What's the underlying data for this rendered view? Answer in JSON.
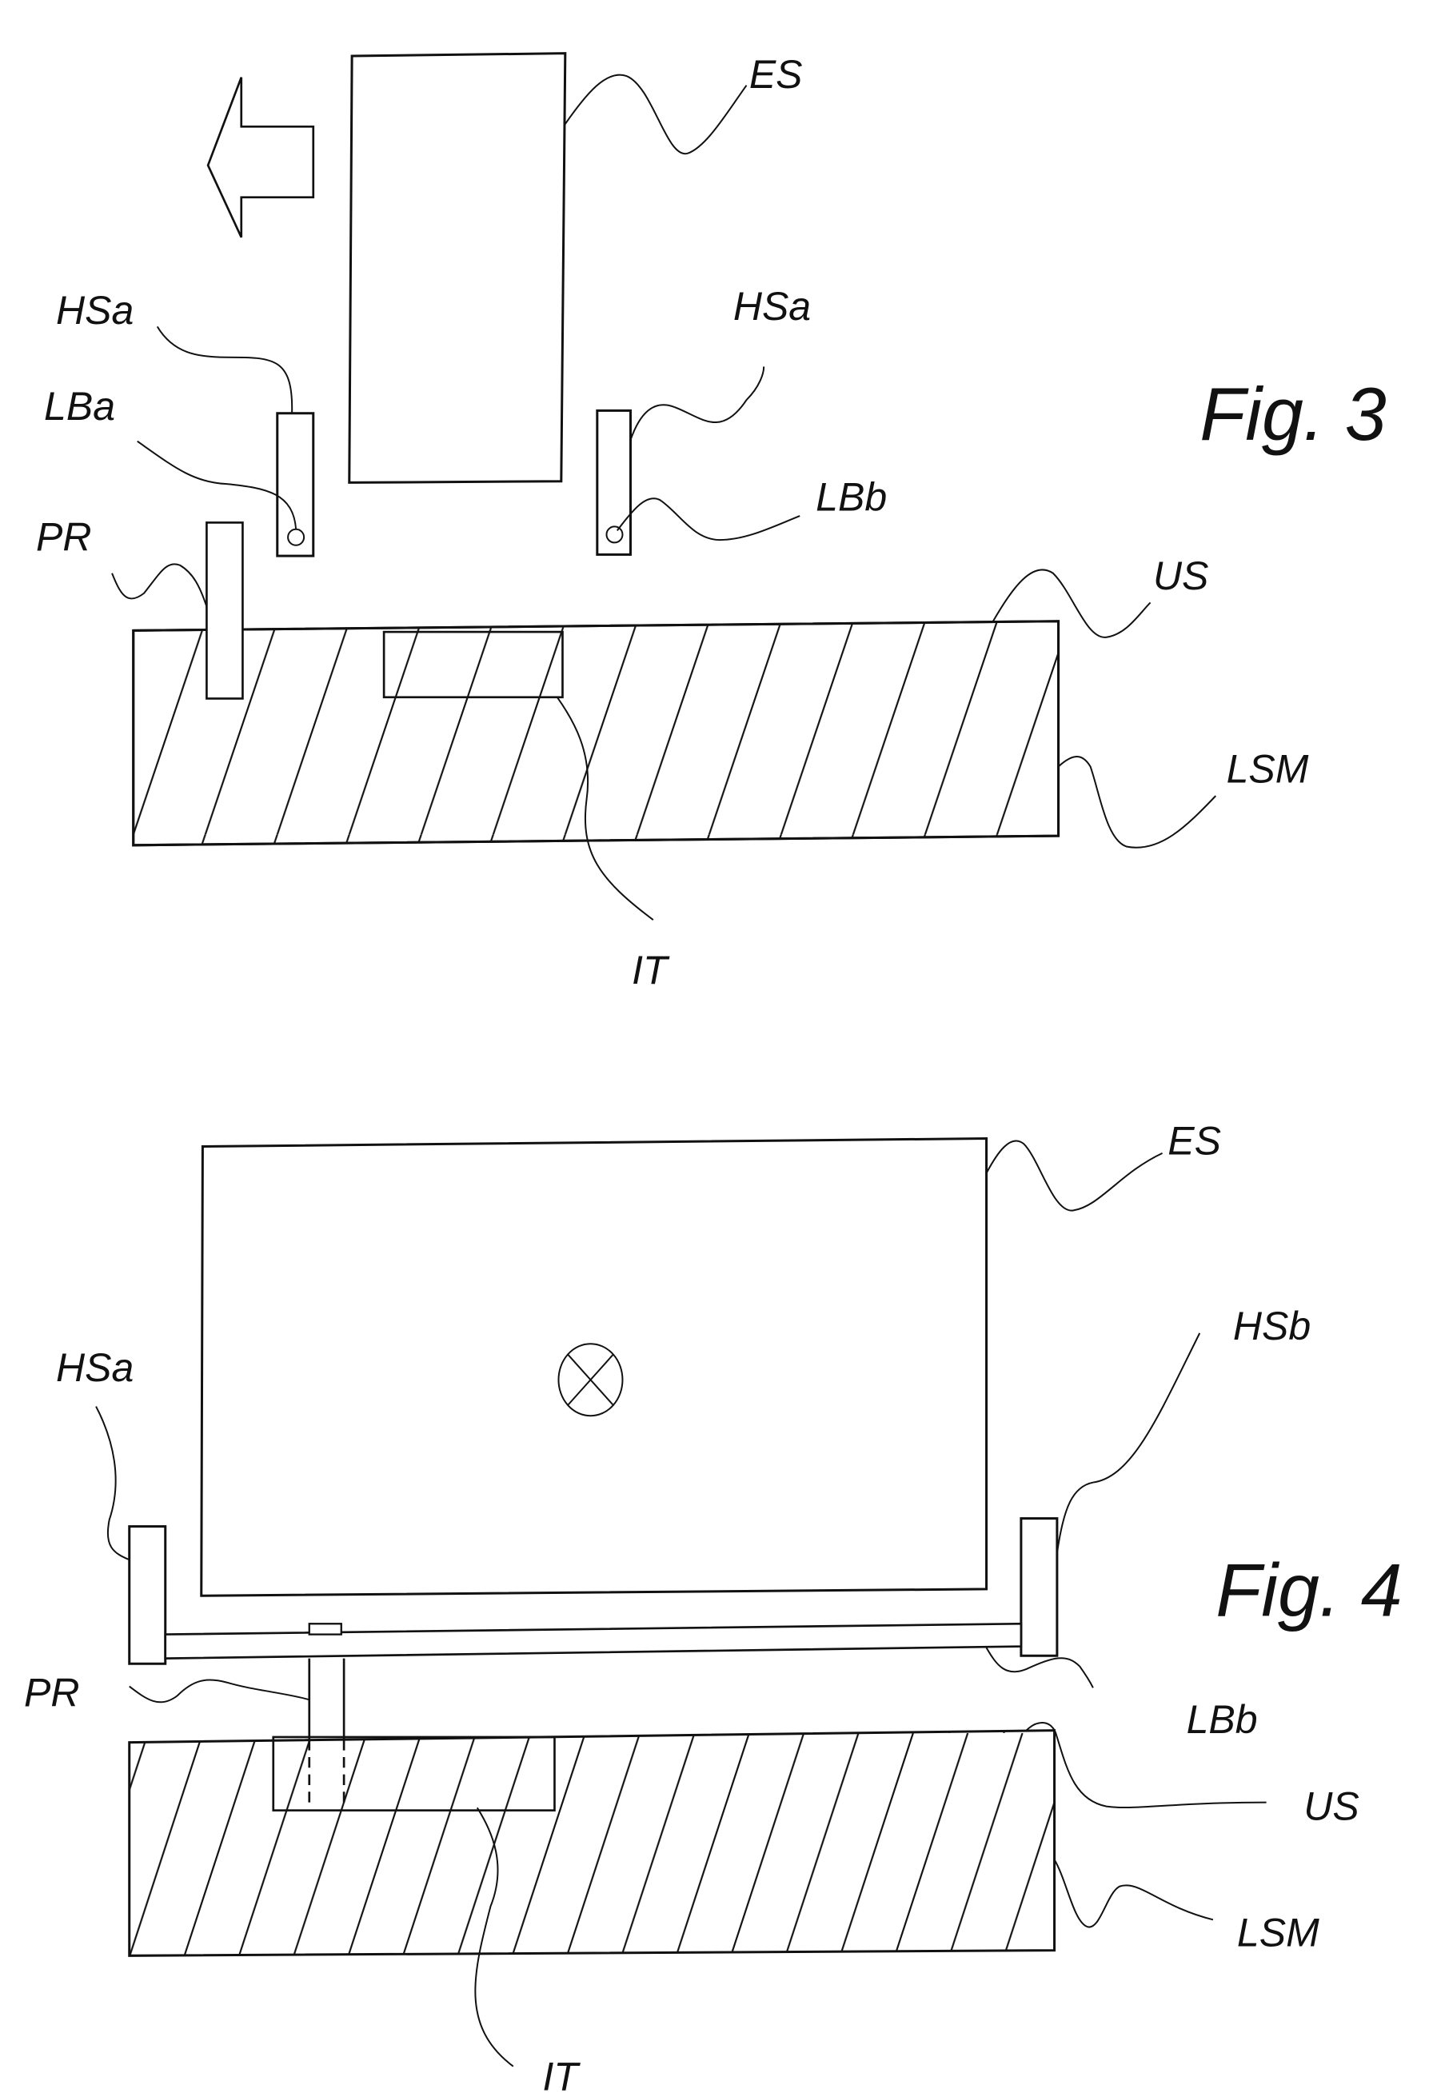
{
  "figures": [
    {
      "title": "Fig. 3",
      "labels": {
        "es": "ES",
        "hsa_left": "HSa",
        "hsa_right": "HSa",
        "lba": "LBa",
        "lbb": "LBb",
        "pr": "PR",
        "us": "US",
        "lsm": "LSM",
        "it": "IT"
      }
    },
    {
      "title": "Fig. 4",
      "labels": {
        "es": "ES",
        "hsa": "HSa",
        "hsb": "HSb",
        "pr": "PR",
        "lbb": "LBb",
        "us": "US",
        "lsm": "LSM",
        "it": "IT"
      }
    }
  ],
  "symbols": {
    "direction_arrow": "arrow-left",
    "into_page_marker": "circle-cross"
  }
}
